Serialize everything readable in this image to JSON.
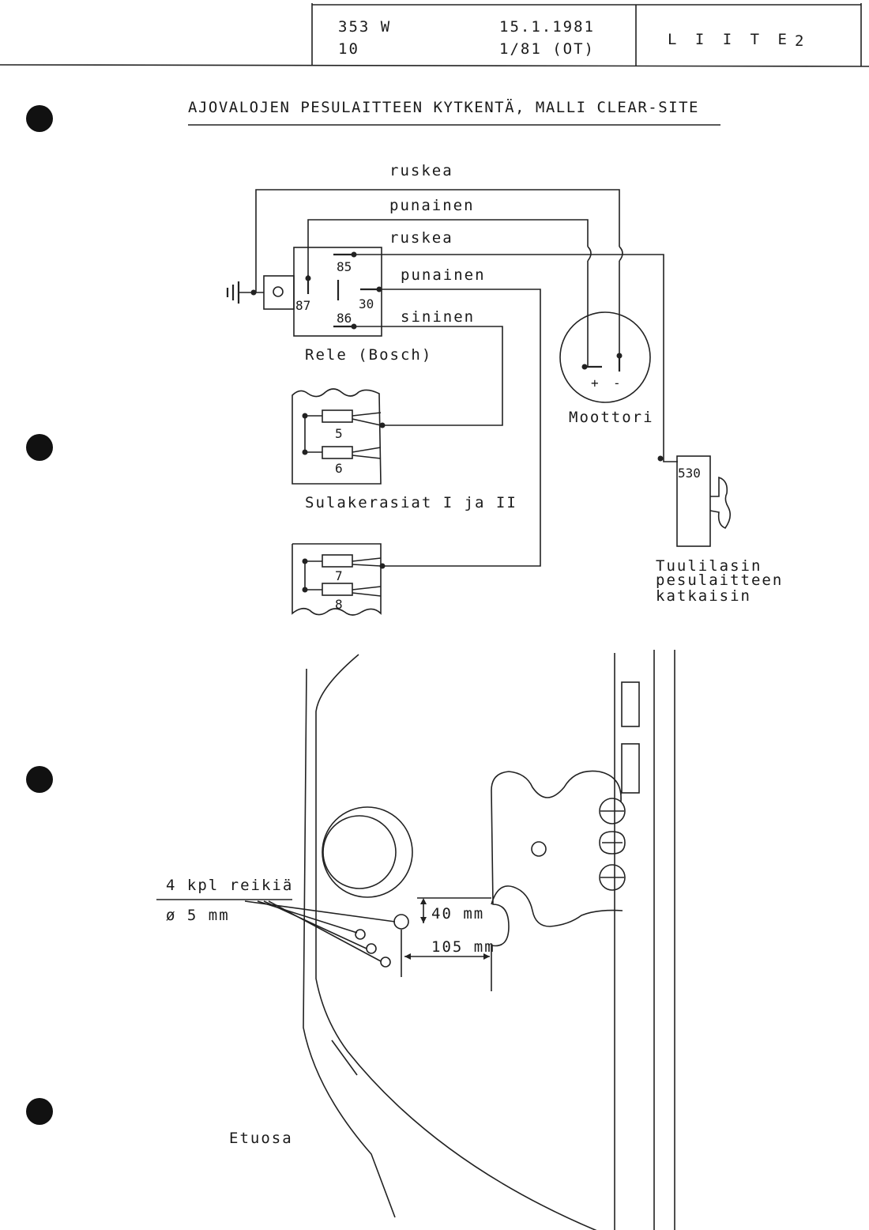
{
  "header": {
    "doc_number": "353 W",
    "doc_sub": "10",
    "date": "15.1.1981",
    "revision": "1/81 (OT)",
    "appendix_label": "L I I T E",
    "appendix_number": "2"
  },
  "title": "AJOVALOJEN PESULAITTEEN KYTKENTÄ, MALLI CLEAR-SITE",
  "wiring": {
    "wire_labels": [
      "ruskea",
      "punainen",
      "ruskea",
      "punainen",
      "sininen"
    ],
    "relay": {
      "label": "Rele (Bosch)",
      "terminals": [
        "85",
        "87",
        "30",
        "86"
      ]
    },
    "motor": {
      "label": "Moottori",
      "plus": "+",
      "minus": "-"
    },
    "fuse_box_label": "Sulakerasiat I ja II",
    "fuses": [
      "5",
      "6",
      "7",
      "8"
    ],
    "switch": {
      "terminal": "530",
      "label_lines": [
        "Tuulilasin",
        "pesulaitteen",
        "katkaisin"
      ]
    }
  },
  "mounting": {
    "holes_label": "4 kpl reikiä",
    "hole_diameter": "ø 5 mm",
    "dim_vertical": "40 mm",
    "dim_horizontal": "105 mm",
    "front_label": "Etuosa"
  }
}
